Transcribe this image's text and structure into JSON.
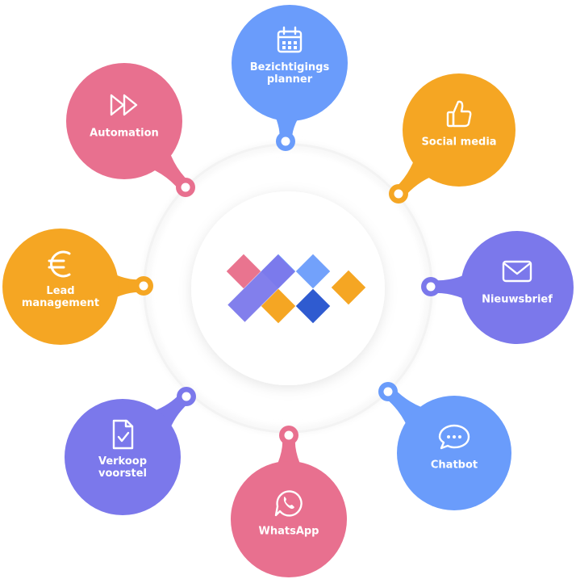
{
  "center": {
    "name": "logo"
  },
  "colors": {
    "pink": "#E8708F",
    "blue": "#6A9CFB",
    "orange": "#F5A623",
    "purple": "#7B78EB",
    "logo_pink": "#E9748F",
    "logo_blue": "#6A9CFB",
    "logo_orange": "#F5A623",
    "logo_navy": "#2F5BD0",
    "logo_purple": "#7B78EB"
  },
  "nodes": [
    {
      "id": "bezichtigings-planner",
      "lines": [
        "Bezichtigings",
        "planner"
      ],
      "icon": "calendar-icon",
      "color": "blue"
    },
    {
      "id": "social-media",
      "lines": [
        "Social media"
      ],
      "icon": "thumbs-up-icon",
      "color": "orange"
    },
    {
      "id": "nieuwsbrief",
      "lines": [
        "Nieuwsbrief"
      ],
      "icon": "mail-icon",
      "color": "purple"
    },
    {
      "id": "chatbot",
      "lines": [
        "Chatbot"
      ],
      "icon": "chat-icon",
      "color": "blue"
    },
    {
      "id": "whatsapp",
      "lines": [
        "WhatsApp"
      ],
      "icon": "whatsapp-icon",
      "color": "pink"
    },
    {
      "id": "verkoop-voorstel",
      "lines": [
        "Verkoop",
        "voorstel"
      ],
      "icon": "document-check-icon",
      "color": "purple"
    },
    {
      "id": "lead-management",
      "lines": [
        "Lead",
        "management"
      ],
      "icon": "euro-icon",
      "color": "orange"
    },
    {
      "id": "automation",
      "lines": [
        "Automation"
      ],
      "icon": "fast-forward-icon",
      "color": "pink"
    }
  ]
}
